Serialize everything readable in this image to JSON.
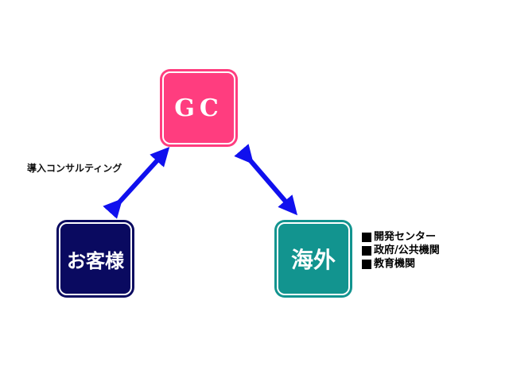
{
  "nodes": {
    "gc": {
      "label": "GC",
      "color": "#ff3d7f"
    },
    "client": {
      "label": "お客様",
      "color": "#0a0a60"
    },
    "overseas": {
      "label": "海外",
      "color": "#12948f"
    }
  },
  "edges": {
    "gc_client": {
      "label": "導入コンサルティング",
      "color": "#1010ee"
    },
    "gc_overseas": {
      "label": "",
      "color": "#1010ee"
    }
  },
  "overseas_list": {
    "items": [
      "開発センター",
      "政府/公共機関",
      "教育機関"
    ]
  }
}
